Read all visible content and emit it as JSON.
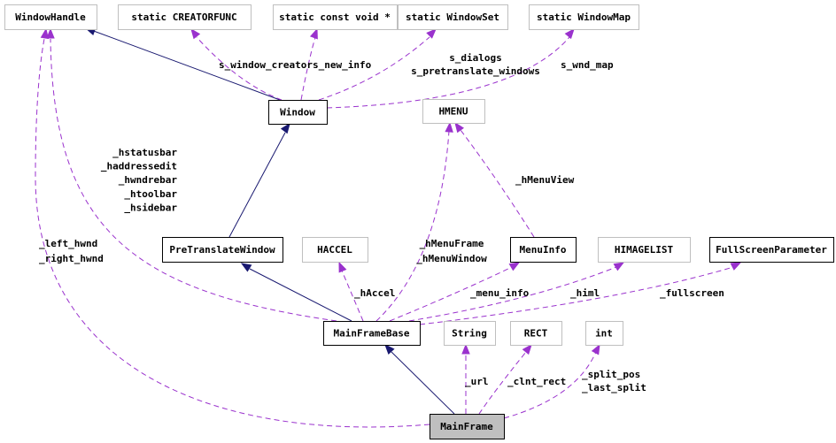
{
  "diagram": {
    "colors": {
      "inherit_edge": "#191970",
      "usage_edge": "#9a32cd",
      "box_border_dark": "#000000",
      "box_border_light": "#bfbfbf",
      "highlight_fill": "#bfbfbf"
    },
    "nodes": [
      {
        "id": "windowhandle",
        "label": "WindowHandle",
        "style": "light"
      },
      {
        "id": "creatorfunc",
        "label": "static CREATORFUNC",
        "style": "light"
      },
      {
        "id": "constvoid",
        "label": "static const void *",
        "style": "light"
      },
      {
        "id": "windowset",
        "label": "static WindowSet",
        "style": "light"
      },
      {
        "id": "windowmap",
        "label": "static WindowMap",
        "style": "light"
      },
      {
        "id": "window",
        "label": "Window",
        "style": "dark"
      },
      {
        "id": "hmenu",
        "label": "HMENU",
        "style": "light"
      },
      {
        "id": "pretranslatewindow",
        "label": "PreTranslateWindow",
        "style": "dark"
      },
      {
        "id": "haccel",
        "label": "HACCEL",
        "style": "light"
      },
      {
        "id": "menuinfo",
        "label": "MenuInfo",
        "style": "dark"
      },
      {
        "id": "himagelist",
        "label": "HIMAGELIST",
        "style": "light"
      },
      {
        "id": "fullscreenparameter",
        "label": "FullScreenParameter",
        "style": "dark"
      },
      {
        "id": "mainframebase",
        "label": "MainFrameBase",
        "style": "dark"
      },
      {
        "id": "string",
        "label": "String",
        "style": "light"
      },
      {
        "id": "rect",
        "label": "RECT",
        "style": "light"
      },
      {
        "id": "int",
        "label": "int",
        "style": "light"
      },
      {
        "id": "mainframe",
        "label": "MainFrame",
        "style": "highlight"
      }
    ],
    "edges": [
      {
        "id": "e-window-windowhandle",
        "from": "window",
        "to": "windowhandle",
        "kind": "inherit"
      },
      {
        "id": "e-window-creatorfunc",
        "from": "window",
        "to": "creatorfunc",
        "kind": "usage"
      },
      {
        "id": "e-window-constvoid",
        "from": "window",
        "to": "constvoid",
        "kind": "usage"
      },
      {
        "id": "e-window-windowset",
        "from": "window",
        "to": "windowset",
        "kind": "usage"
      },
      {
        "id": "e-window-windowmap",
        "from": "window",
        "to": "windowmap",
        "kind": "usage"
      },
      {
        "id": "e-ptw-window",
        "from": "pretranslatewindow",
        "to": "window",
        "kind": "inherit"
      },
      {
        "id": "e-mfb-ptw",
        "from": "mainframebase",
        "to": "pretranslatewindow",
        "kind": "inherit"
      },
      {
        "id": "e-mfb-windowhandle",
        "from": "mainframebase",
        "to": "windowhandle",
        "kind": "usage"
      },
      {
        "id": "e-mfb-haccel",
        "from": "mainframebase",
        "to": "haccel",
        "kind": "usage"
      },
      {
        "id": "e-mfb-hmenu",
        "from": "mainframebase",
        "to": "hmenu",
        "kind": "usage"
      },
      {
        "id": "e-menuinfo-hmenu",
        "from": "menuinfo",
        "to": "hmenu",
        "kind": "usage"
      },
      {
        "id": "e-mfb-menuinfo",
        "from": "mainframebase",
        "to": "menuinfo",
        "kind": "usage"
      },
      {
        "id": "e-mfb-himagelist",
        "from": "mainframebase",
        "to": "himagelist",
        "kind": "usage"
      },
      {
        "id": "e-mfb-fullscreen",
        "from": "mainframebase",
        "to": "fullscreenparameter",
        "kind": "usage"
      },
      {
        "id": "e-mf-mfb",
        "from": "mainframe",
        "to": "mainframebase",
        "kind": "inherit"
      },
      {
        "id": "e-mf-windowhandle",
        "from": "mainframe",
        "to": "windowhandle",
        "kind": "usage"
      },
      {
        "id": "e-mf-string",
        "from": "mainframe",
        "to": "string",
        "kind": "usage"
      },
      {
        "id": "e-mf-rect",
        "from": "mainframe",
        "to": "rect",
        "kind": "usage"
      },
      {
        "id": "e-mf-int",
        "from": "mainframe",
        "to": "int",
        "kind": "usage"
      }
    ],
    "labels": [
      {
        "id": "lbl-creators",
        "lines": [
          "s_window_creators_new_info"
        ]
      },
      {
        "id": "lbl-dialogs",
        "lines": [
          "s_dialogs",
          "s_pretranslate_windows"
        ]
      },
      {
        "id": "lbl-wndmap",
        "lines": [
          "s_wnd_map"
        ]
      },
      {
        "id": "lbl-mfb-handles",
        "lines": [
          "_hstatusbar",
          "_haddressedit",
          "_hwndrebar",
          "_htoolbar",
          "_hsidebar"
        ]
      },
      {
        "id": "lbl-hmenuview",
        "lines": [
          "_hMenuView"
        ]
      },
      {
        "id": "lbl-mf-handles",
        "lines": [
          "_left_hwnd",
          "_right_hwnd"
        ]
      },
      {
        "id": "lbl-hmenuframe",
        "lines": [
          "_hMenuFrame",
          "_hMenuWindow"
        ]
      },
      {
        "id": "lbl-haccel",
        "lines": [
          "_hAccel"
        ]
      },
      {
        "id": "lbl-menuinfo",
        "lines": [
          "_menu_info"
        ]
      },
      {
        "id": "lbl-himl",
        "lines": [
          "_himl"
        ]
      },
      {
        "id": "lbl-fullscreen",
        "lines": [
          "_fullscreen"
        ]
      },
      {
        "id": "lbl-url",
        "lines": [
          "_url"
        ]
      },
      {
        "id": "lbl-clnt",
        "lines": [
          "_clnt_rect"
        ]
      },
      {
        "id": "lbl-split",
        "lines": [
          "_split_pos",
          "_last_split"
        ]
      }
    ]
  }
}
